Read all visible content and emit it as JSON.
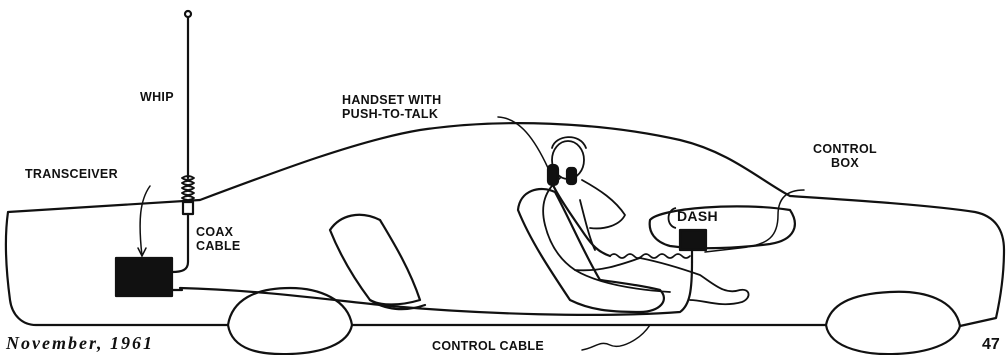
{
  "labels": {
    "whip": "WHIP",
    "transceiver": "TRANSCEIVER",
    "coax_line1": "COAX",
    "coax_line2": "CABLE",
    "handset_line1": "HANDSET WITH",
    "handset_line2": "PUSH-TO-TALK",
    "control_box_line1": "CONTROL",
    "control_box_line2": "BOX",
    "dash": "DASH",
    "control_cable": "CONTROL CABLE"
  },
  "footer": {
    "date": "November, 1961",
    "page_number": "47"
  },
  "colors": {
    "ink": "#111111",
    "paper": "#ffffff"
  }
}
